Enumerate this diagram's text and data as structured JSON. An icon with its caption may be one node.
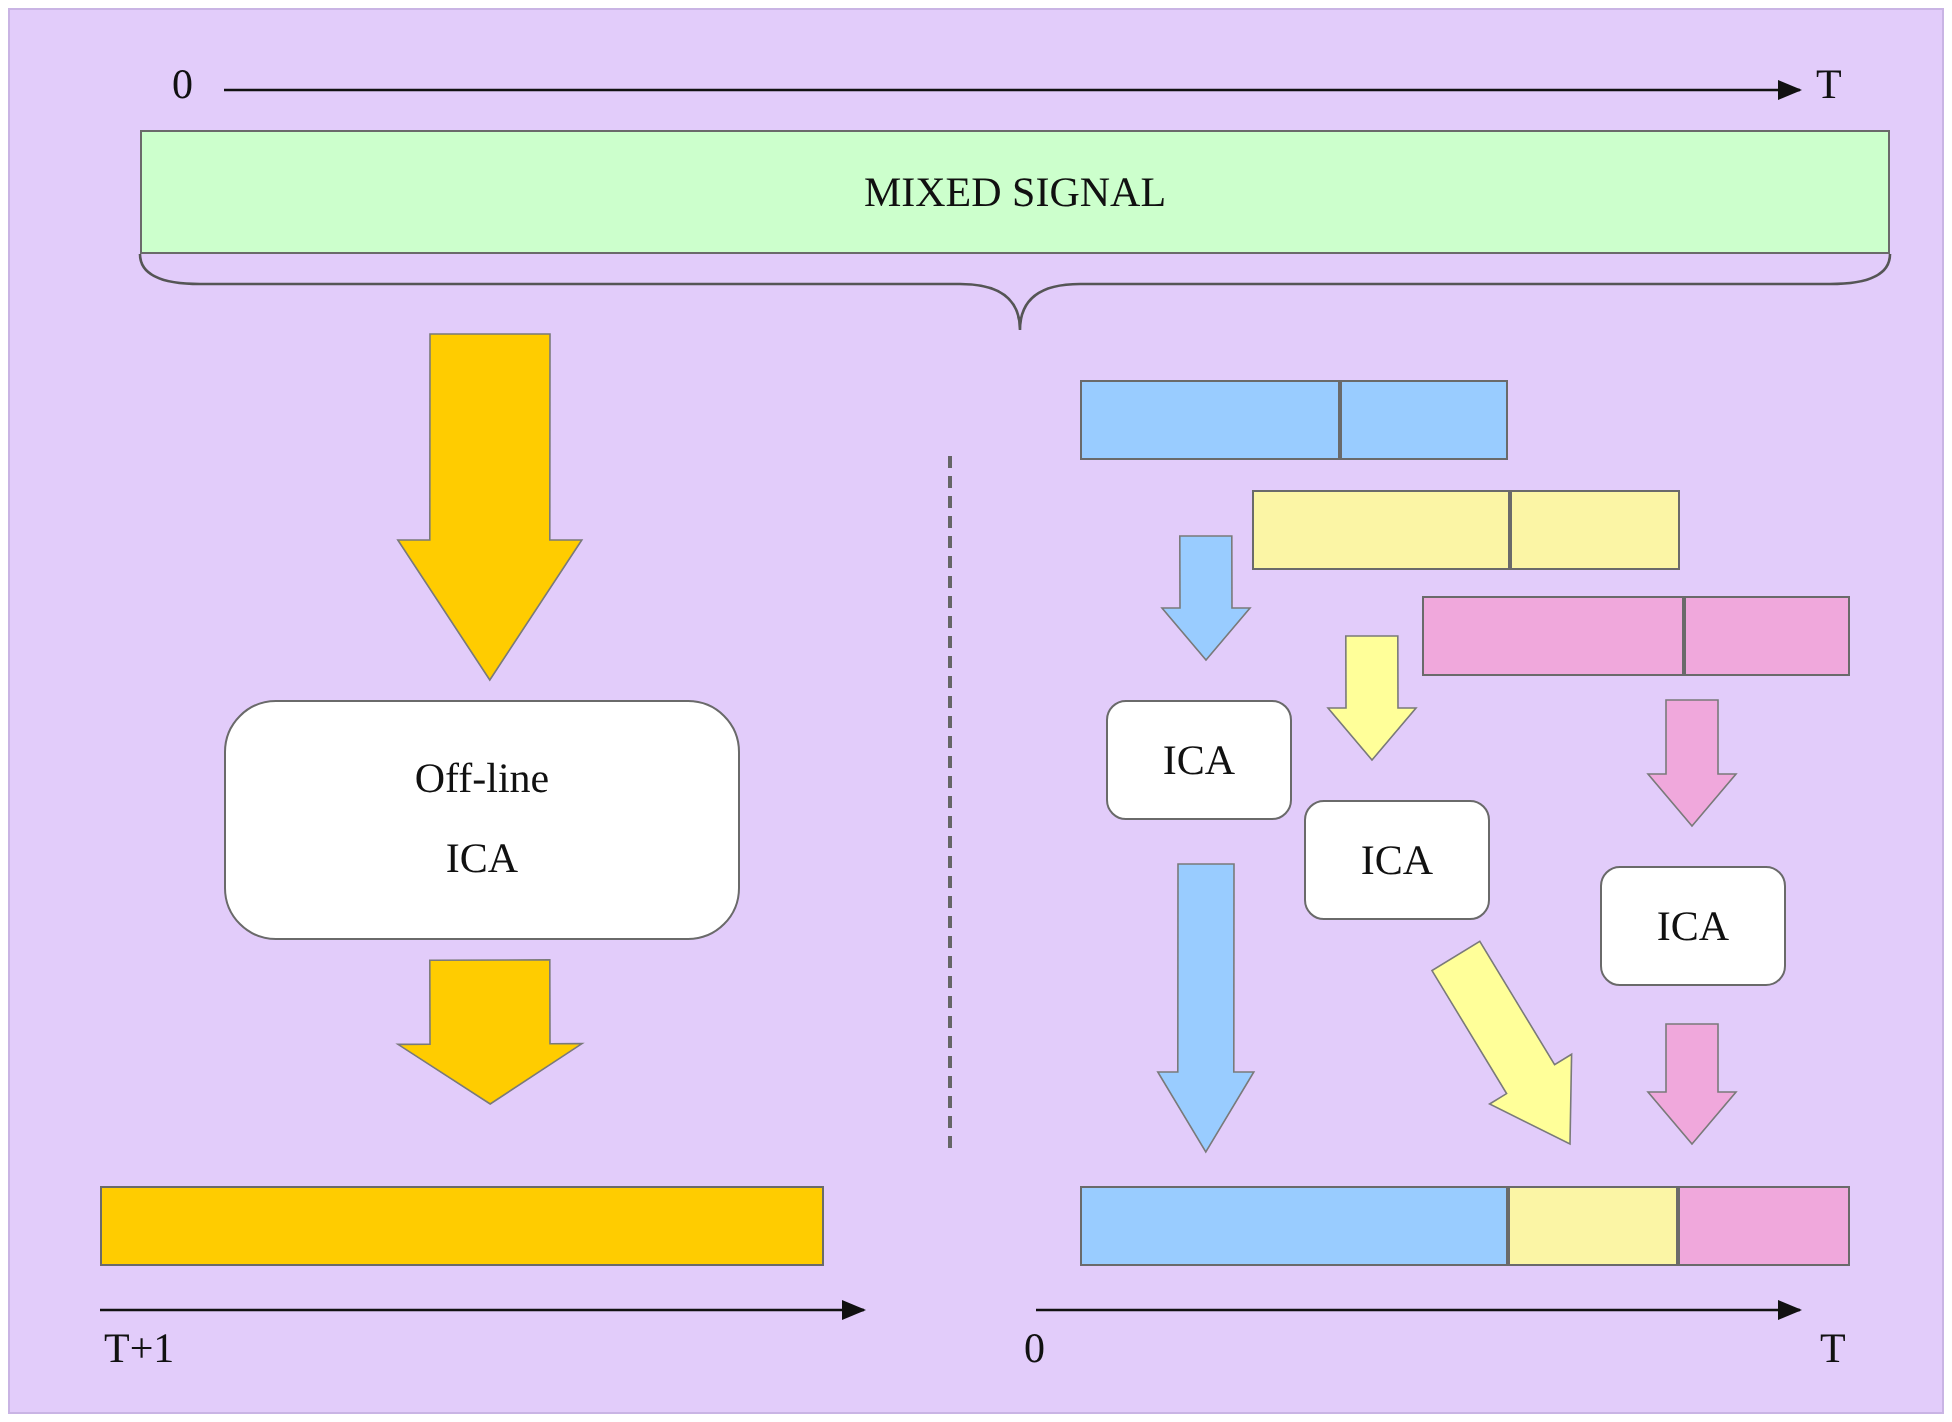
{
  "diagram": {
    "nodes": [
      {
        "text": [
          "MIXED SIGNAL"
        ]
      },
      {
        "text": [
          "Off-line ICA"
        ]
      },
      {
        "text": [],
        "shape": "bar"
      },
      {
        "text": [],
        "shape": "bar"
      },
      {
        "text": [],
        "shape": "bar"
      },
      {
        "text": [],
        "shape": "bar"
      },
      {
        "text": [
          "ICA"
        ]
      },
      {
        "text": [
          "ICA"
        ]
      },
      {
        "text": [
          "ICA"
        ]
      },
      {
        "text": [],
        "shape": "bar"
      },
      {
        "text": [],
        "shape": "bar"
      },
      {
        "text": [],
        "shape": "bar"
      }
    ],
    "edges": [
      {
        "from": 0,
        "to": 1,
        "arrow": "to",
        "style": "thick",
        "color": "#ffcc00"
      },
      {
        "from": 1,
        "to": 2,
        "arrow": "to",
        "style": "thick",
        "color": "#ffcc00"
      },
      {
        "from": 3,
        "to": 6,
        "arrow": "to",
        "style": "thick",
        "color": "#99ccff"
      },
      {
        "from": 4,
        "to": 7,
        "arrow": "to",
        "style": "thick",
        "color": "#ffff99"
      },
      {
        "from": 5,
        "to": 8,
        "arrow": "to",
        "style": "thick",
        "color": "#f0a8dc"
      },
      {
        "from": 6,
        "to": 9,
        "arrow": "to",
        "style": "thick",
        "color": "#99ccff"
      },
      {
        "from": 7,
        "to": 10,
        "arrow": "to",
        "style": "thick",
        "color": "#ffff99"
      },
      {
        "from": 8,
        "to": 11,
        "arrow": "to",
        "style": "thick",
        "color": "#f0a8dc"
      }
    ],
    "labels": [
      "0",
      "T",
      "T+1",
      "0",
      "T"
    ]
  }
}
